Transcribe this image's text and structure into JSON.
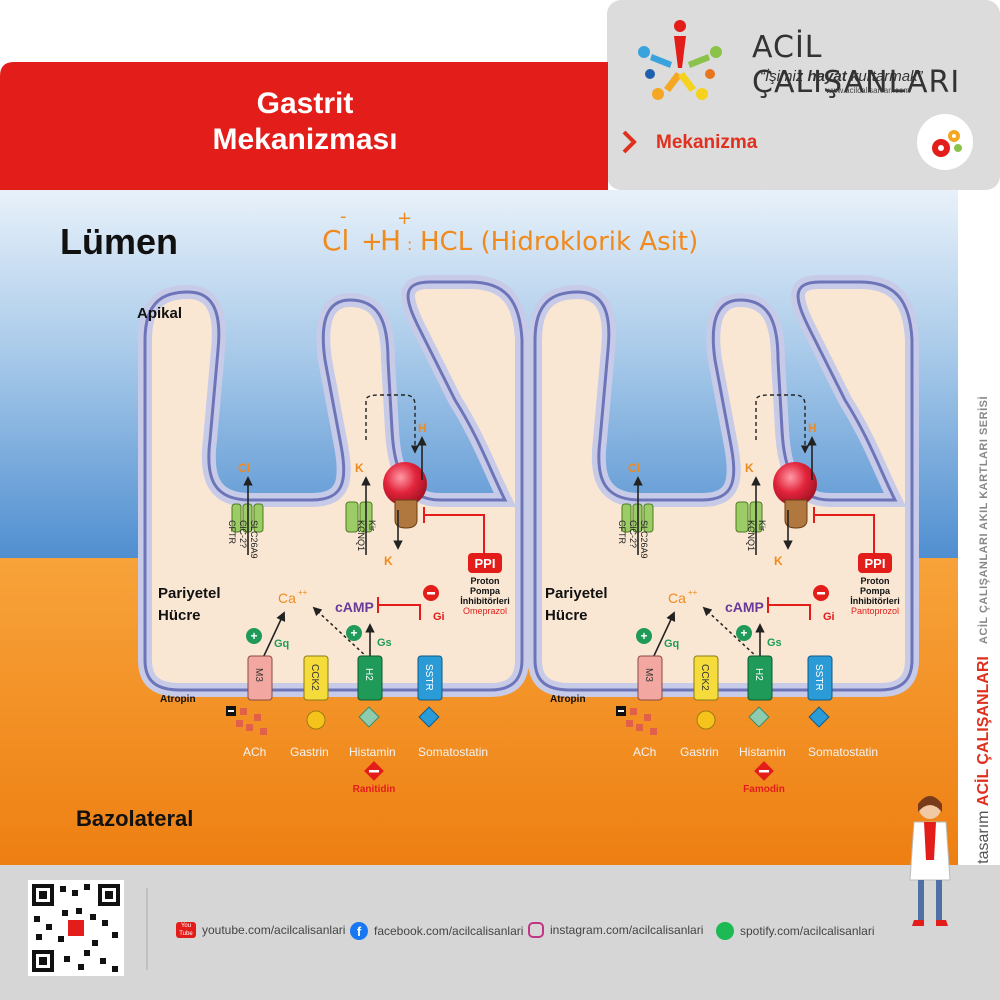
{
  "header": {
    "title_line1": "Gastrit",
    "title_line2": "Mekanizması",
    "tab_label": "Mekanizma"
  },
  "brand": {
    "name": "ACİL ÇALIŞANLARI",
    "slogan_open": "“İşimiz ",
    "slogan_bold": "hayat",
    "slogan_close": " kurtarmak”",
    "url": "www.acilcalisanlari.com"
  },
  "diagram": {
    "lumen": "Lümen",
    "apical": "Apikal",
    "basolateral": "Bazolateral",
    "acid_formula_cl": "Cl",
    "acid_formula_h": "H",
    "acid_minus": "-",
    "acid_plus": "+",
    "acid_name": "HCL (Hidroklorik Asit)",
    "cell_left": {
      "cell_line1": "Pariyetel",
      "cell_line2": "Hücre",
      "cl": "Cl",
      "k_top": "K",
      "h_top": "H",
      "k_bottom": "K",
      "channels1": [
        "CFTR",
        "ClC-2?",
        "SLC26A9"
      ],
      "channels2": [
        "KCNQ1",
        "Kir"
      ],
      "ppi": "PPI",
      "ppi_desc": [
        "Proton",
        "Pompa",
        "İnhibitörleri"
      ],
      "ppi_drug": "Omeprazol",
      "ca": "Ca",
      "camp": "cAMP",
      "gq": "Gq",
      "gs": "Gs",
      "gi": "Gi",
      "receptors": [
        "M3",
        "CCK2",
        "H2",
        "SSTR"
      ],
      "atropin": "Atropin",
      "ligands": [
        "ACh",
        "Gastrin",
        "Histamin",
        "Somatostatin"
      ],
      "h2_blocker": "Ranitidin"
    },
    "cell_right": {
      "cell_line1": "Pariyetel",
      "cell_line2": "Hücre",
      "cl": "Cl",
      "k_top": "K",
      "h_top": "H",
      "k_bottom": "K",
      "channels1": [
        "CFTR",
        "ClC-2?",
        "SLC26A9"
      ],
      "channels2": [
        "KCNQ1",
        "Kir"
      ],
      "ppi": "PPI",
      "ppi_desc": [
        "Proton",
        "Pompa",
        "İnhibitörleri"
      ],
      "ppi_drug": "Pantoprozol",
      "ca": "Ca",
      "camp": "cAMP",
      "gq": "Gq",
      "gs": "Gs",
      "gi": "Gi",
      "receptors": [
        "M3",
        "CCK2",
        "H2",
        "SSTR"
      ],
      "atropin": "Atropin",
      "ligands": [
        "ACh",
        "Gastrin",
        "Histamin",
        "Somatostatin"
      ],
      "h2_blocker": "Famodin"
    }
  },
  "sidebar": {
    "series": "ACİL ÇALIŞANLARI AKIL KARTLARI SERİSİ",
    "design_prefix": "tasarım",
    "design_brand": "ACİL ÇALIŞANLARI"
  },
  "footer": {
    "youtube": "youtube.com/acilcalisanlari",
    "facebook": "facebook.com/acilcalisanlari",
    "instagram": "instagram.com/acilcalisanlari",
    "spotify": "spotify.com/acilcalisanlari",
    "yt_badge": "You Tube"
  },
  "colors": {
    "red": "#e31d1a",
    "orange": "#f08a1c",
    "cell_fill": "#f9e7d3",
    "cell_border": "#6d75b8",
    "sky": "#a8c8e8",
    "m3": "#f2a7a0",
    "cck2": "#f6dc3a",
    "h2": "#1f9a58",
    "sstr": "#2a9bd6"
  }
}
